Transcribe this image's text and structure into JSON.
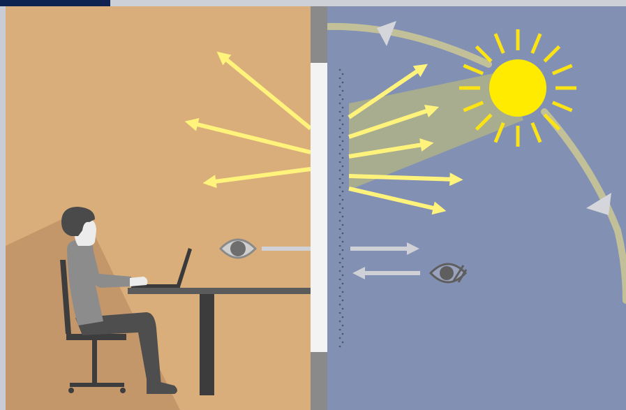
{
  "diagram": {
    "panels": [
      "indoor-room",
      "outdoor-sky"
    ],
    "icons": [
      "person-at-desk-figure",
      "laptop-icon",
      "eye-icon",
      "eye-crossed-icon",
      "sun-icon",
      "sun-path-arc"
    ],
    "colors": {
      "room_wall": "#d9ae7a",
      "room_shadow": "#c4976a",
      "sky": "#8290b4",
      "sun": "#ffeb00",
      "sun_rays": "#fbe316",
      "light_arrows": "#fff37c",
      "light_beam": "#a7ad8e",
      "sun_path": "#c2c098",
      "window_glass": "#f3f3f3",
      "frame": "#8a8a8a",
      "view_arrows": "#cfd1d6",
      "furniture": "#4a4a4a",
      "person_shirt": "#8c8c8c",
      "person_pants": "#4e4e4e",
      "person_skin": "#ececec",
      "person_hair": "#4a4a4a"
    }
  }
}
